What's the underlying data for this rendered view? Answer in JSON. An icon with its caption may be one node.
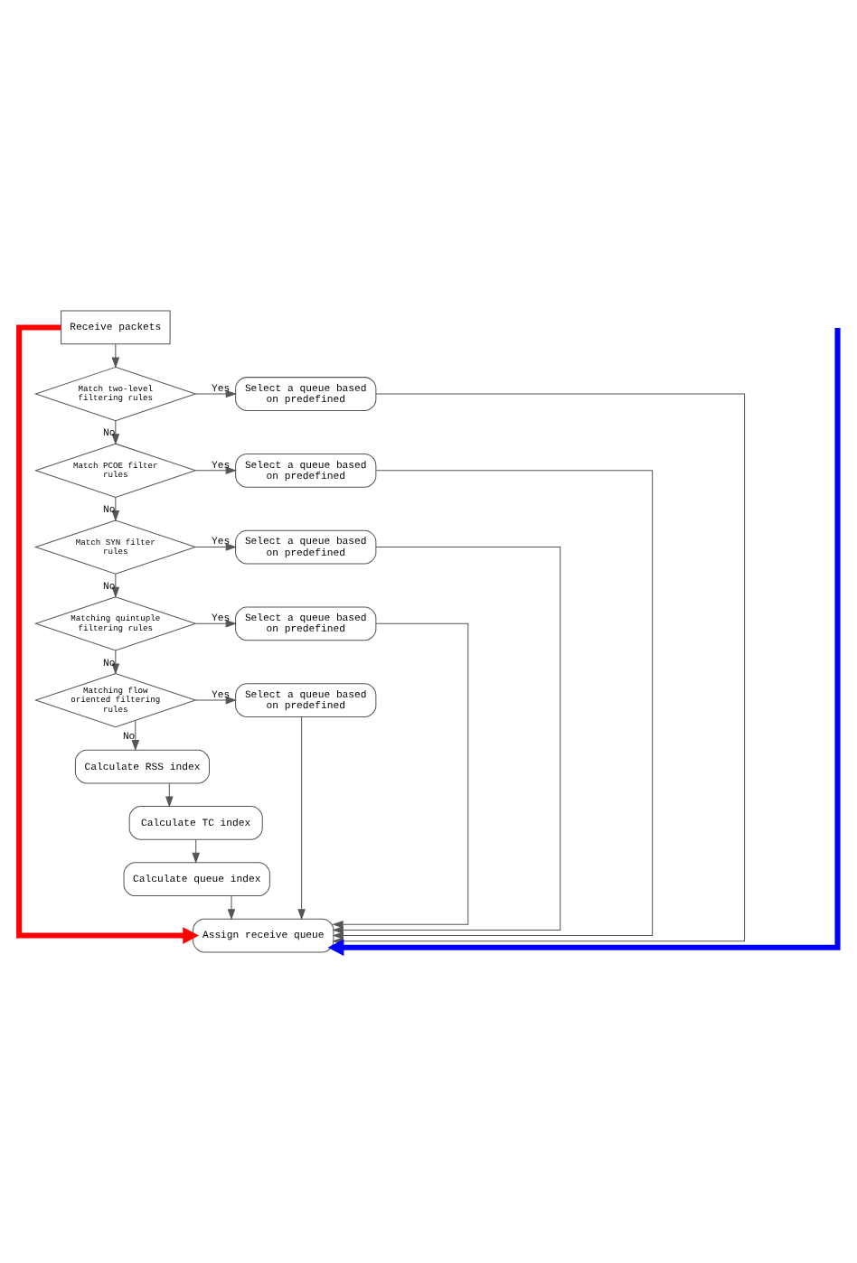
{
  "diagram": {
    "nodes": [
      {
        "text": [
          "Receive packets"
        ]
      },
      {
        "text": [
          "Match two-level filtering rules"
        ]
      },
      {
        "text": [
          "Select a queue based on predefined"
        ]
      },
      {
        "text": [
          "Match PCOE filter rules"
        ]
      },
      {
        "text": [
          "Select a queue based on predefined"
        ]
      },
      {
        "text": [
          "Match SYN filter rules"
        ]
      },
      {
        "text": [
          "Select a queue based on predefined"
        ]
      },
      {
        "text": [
          "Matching quintuple filtering rules"
        ]
      },
      {
        "text": [
          "Select a queue based on predefined"
        ]
      },
      {
        "text": [
          "Matching flow oriented filtering rules"
        ]
      },
      {
        "text": [
          "Select a queue based on predefined"
        ]
      },
      {
        "text": [
          "Calculate RSS index"
        ]
      },
      {
        "text": [
          "Calculate TC index"
        ]
      },
      {
        "text": [
          "Calculate queue index"
        ]
      },
      {
        "text": [
          "Assign receive queue"
        ]
      }
    ],
    "edges": [
      {
        "from": 0,
        "to": 1,
        "arrow": "to"
      },
      {
        "from": 1,
        "to": 2,
        "arrow": "to",
        "label": "Yes"
      },
      {
        "from": 1,
        "to": 3,
        "arrow": "to",
        "label": "No"
      },
      {
        "from": 3,
        "to": 4,
        "arrow": "to",
        "label": "Yes"
      },
      {
        "from": 3,
        "to": 5,
        "arrow": "to",
        "label": "No"
      },
      {
        "from": 5,
        "to": 6,
        "arrow": "to",
        "label": "Yes"
      },
      {
        "from": 5,
        "to": 7,
        "arrow": "to",
        "label": "No"
      },
      {
        "from": 7,
        "to": 8,
        "arrow": "to",
        "label": "Yes"
      },
      {
        "from": 7,
        "to": 9,
        "arrow": "to",
        "label": "No"
      },
      {
        "from": 9,
        "to": 10,
        "arrow": "to",
        "label": "Yes"
      },
      {
        "from": 9,
        "to": 11,
        "arrow": "to",
        "label": "No"
      },
      {
        "from": 11,
        "to": 12,
        "arrow": "to"
      },
      {
        "from": 12,
        "to": 13,
        "arrow": "to"
      },
      {
        "from": 13,
        "to": 14,
        "arrow": "to"
      },
      {
        "from": 2,
        "to": 14,
        "arrow": "to"
      },
      {
        "from": 4,
        "to": 14,
        "arrow": "to"
      },
      {
        "from": 6,
        "to": 14,
        "arrow": "to"
      },
      {
        "from": 8,
        "to": 14,
        "arrow": "to"
      },
      {
        "from": 10,
        "to": 14,
        "arrow": "to"
      },
      {
        "from": 0,
        "to": 14,
        "arrow": "to",
        "style": "thick",
        "color": "#ff0000"
      },
      {
        "from": null,
        "to": 14,
        "arrow": "to",
        "style": "thick",
        "color": "#0000ff"
      }
    ]
  }
}
